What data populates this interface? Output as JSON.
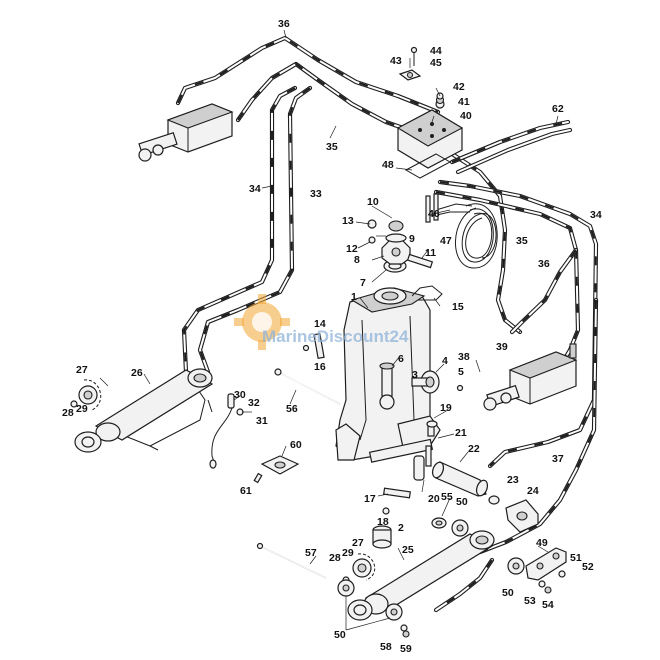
{
  "watermark": {
    "text": "MarineDiscount24",
    "gear_color": "#f2a531",
    "text_color": "#8fb3d9"
  },
  "diagram": {
    "labels": [
      {
        "id": "l36a",
        "text": "36"
      },
      {
        "id": "l44",
        "text": "44"
      },
      {
        "id": "l43",
        "text": "43"
      },
      {
        "id": "l45",
        "text": "45"
      },
      {
        "id": "l42",
        "text": "42"
      },
      {
        "id": "l41",
        "text": "41"
      },
      {
        "id": "l40",
        "text": "40"
      },
      {
        "id": "l62",
        "text": "62"
      },
      {
        "id": "l35a",
        "text": "35"
      },
      {
        "id": "l48",
        "text": "48"
      },
      {
        "id": "l34a",
        "text": "34"
      },
      {
        "id": "l33",
        "text": "33"
      },
      {
        "id": "l10",
        "text": "10"
      },
      {
        "id": "l13",
        "text": "13"
      },
      {
        "id": "l9",
        "text": "9"
      },
      {
        "id": "l46",
        "text": "46"
      },
      {
        "id": "l34b",
        "text": "34"
      },
      {
        "id": "l12",
        "text": "12"
      },
      {
        "id": "l8",
        "text": "8"
      },
      {
        "id": "l11",
        "text": "11"
      },
      {
        "id": "l47",
        "text": "47"
      },
      {
        "id": "l35b",
        "text": "35"
      },
      {
        "id": "l36b",
        "text": "36"
      },
      {
        "id": "l7",
        "text": "7"
      },
      {
        "id": "l1",
        "text": "1"
      },
      {
        "id": "l15",
        "text": "15"
      },
      {
        "id": "l14",
        "text": "14"
      },
      {
        "id": "l16",
        "text": "16"
      },
      {
        "id": "l6",
        "text": "6"
      },
      {
        "id": "l38",
        "text": "38"
      },
      {
        "id": "l39",
        "text": "39"
      },
      {
        "id": "l4",
        "text": "4"
      },
      {
        "id": "l3",
        "text": "3"
      },
      {
        "id": "l5",
        "text": "5"
      },
      {
        "id": "l27a",
        "text": "27"
      },
      {
        "id": "l26",
        "text": "26"
      },
      {
        "id": "l28a",
        "text": "28"
      },
      {
        "id": "l29a",
        "text": "29"
      },
      {
        "id": "l30",
        "text": "30"
      },
      {
        "id": "l32",
        "text": "32"
      },
      {
        "id": "l31",
        "text": "31"
      },
      {
        "id": "l56",
        "text": "56"
      },
      {
        "id": "l19",
        "text": "19"
      },
      {
        "id": "l21",
        "text": "21"
      },
      {
        "id": "l22",
        "text": "22"
      },
      {
        "id": "l37",
        "text": "37"
      },
      {
        "id": "l60",
        "text": "60"
      },
      {
        "id": "l61",
        "text": "61"
      },
      {
        "id": "l23",
        "text": "23"
      },
      {
        "id": "l24",
        "text": "24"
      },
      {
        "id": "l17",
        "text": "17"
      },
      {
        "id": "l18",
        "text": "18"
      },
      {
        "id": "l20",
        "text": "20"
      },
      {
        "id": "l55",
        "text": "55"
      },
      {
        "id": "l50a",
        "text": "50"
      },
      {
        "id": "l2",
        "text": "2"
      },
      {
        "id": "l57",
        "text": "57"
      },
      {
        "id": "l28b",
        "text": "28"
      },
      {
        "id": "l27b",
        "text": "27"
      },
      {
        "id": "l29b",
        "text": "29"
      },
      {
        "id": "l25",
        "text": "25"
      },
      {
        "id": "l49",
        "text": "49"
      },
      {
        "id": "l51",
        "text": "51"
      },
      {
        "id": "l52",
        "text": "52"
      },
      {
        "id": "l50b",
        "text": "50"
      },
      {
        "id": "l53",
        "text": "53"
      },
      {
        "id": "l54",
        "text": "54"
      },
      {
        "id": "l50c",
        "text": "50"
      },
      {
        "id": "l58",
        "text": "58"
      },
      {
        "id": "l59",
        "text": "59"
      }
    ]
  }
}
